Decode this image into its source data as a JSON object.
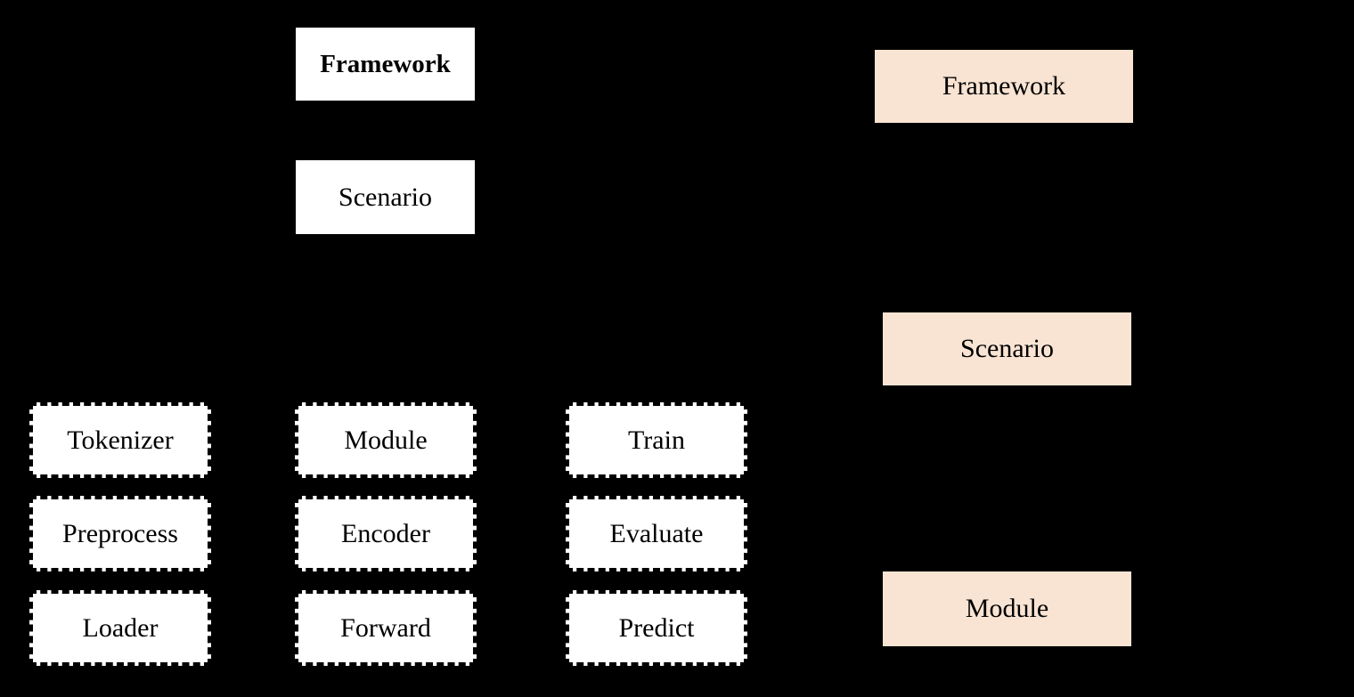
{
  "colors": {
    "bg": "#000000",
    "box_fill": "#ffffff",
    "accent_fill": "#f9e4d3",
    "text": "#000000"
  },
  "left": {
    "framework_label": "Framework",
    "scenario_label": "Scenario",
    "grid": [
      [
        "Tokenizer",
        "Module",
        "Train"
      ],
      [
        "Preprocess",
        "Encoder",
        "Evaluate"
      ],
      [
        "Loader",
        "Forward",
        "Predict"
      ]
    ]
  },
  "right": {
    "framework_label": "Framework",
    "scenario_label": "Scenario",
    "module_label": "Module"
  }
}
